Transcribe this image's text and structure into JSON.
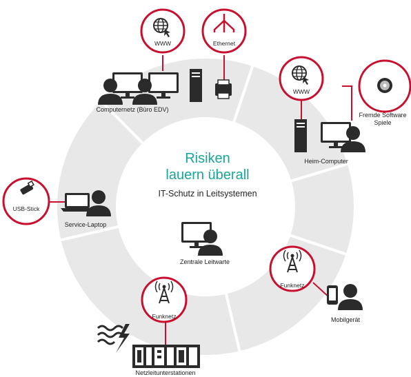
{
  "center": {
    "title_line1": "Risiken",
    "title_line2": "lauern überall",
    "subtitle": "IT-Schutz in Leitsystemen",
    "label": "Zentrale Leitwarte"
  },
  "nodes": {
    "office": {
      "label": "Computernetz (Büro EDV)",
      "badge_www": "WWW",
      "badge_ethernet": "Ethernet"
    },
    "home": {
      "label": "Heim-Computer",
      "badge_www": "WWW",
      "badge_software_line1": "Fremde Software",
      "badge_software_line2": "Spiele"
    },
    "laptop": {
      "label": "Service-Laptop",
      "badge": "USB-Stick"
    },
    "mobile": {
      "label": "Mobilgerät",
      "badge": "Funknetz"
    },
    "substation": {
      "label": "Netzleitunterstationen",
      "badge": "Funknetz"
    }
  },
  "colors": {
    "accent_red": "#c8102e",
    "teal": "#1aa59a",
    "ring_gray": "#e6e6e6",
    "icon_dark": "#2b2b2b"
  }
}
